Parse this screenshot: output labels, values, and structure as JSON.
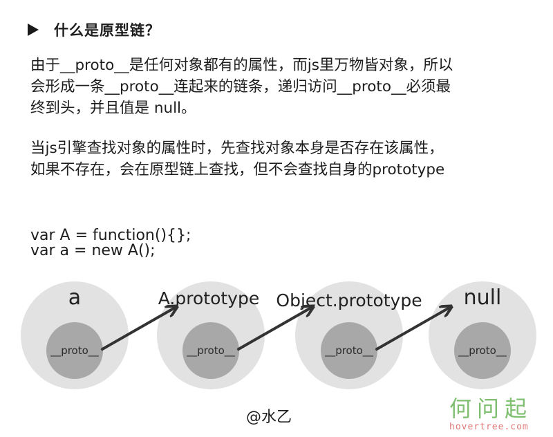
{
  "heading": "什么是原型链？",
  "paragraph1": [
    "由于__proto__是任何对象都有的属性，而js里万物皆对象，所以",
    "会形成一条__proto__连起来的链条，递归访问__proto__必须最",
    "终到头，并且值是 null。"
  ],
  "paragraph2": [
    "当js引擎查找对象的属性时，先查找对象本身是否存在该属性，",
    "如果不存在，会在原型链上查找，但不会查找自身的prototype"
  ],
  "code": [
    "var A = function(){};",
    "var a = new A();"
  ],
  "nodes": [
    {
      "label": "a",
      "inner": "__proto__"
    },
    {
      "label": "A.prototype",
      "inner": "__proto__"
    },
    {
      "label": "Object.prototype",
      "inner": "__proto__"
    },
    {
      "label": "null",
      "inner": "__proto__"
    }
  ],
  "author": "@水乙",
  "watermark": {
    "text": "何问起",
    "url": "hovertree.com"
  },
  "colors": {
    "outer_circle": "#e2e2e2",
    "inner_circle": "#a8a8a8",
    "arrow": "#333333"
  }
}
